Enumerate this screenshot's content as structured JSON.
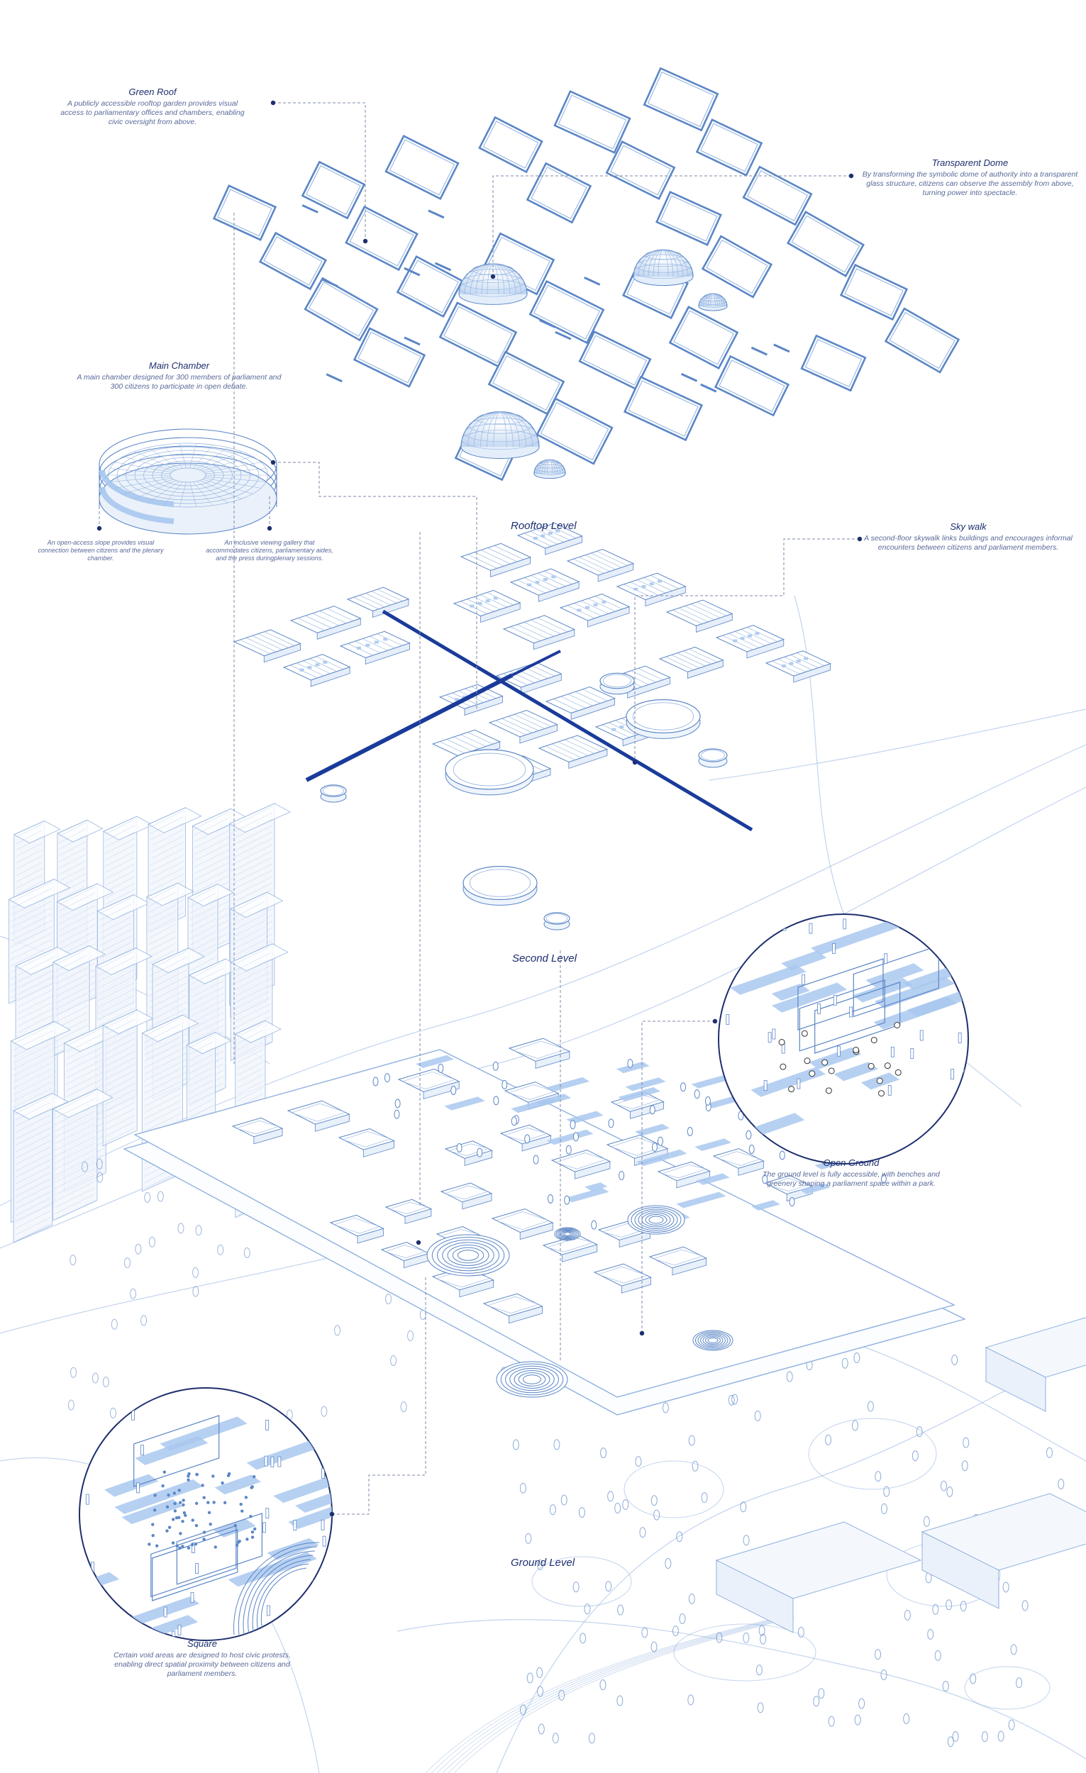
{
  "colors": {
    "line": "#8fb0de",
    "line_dark": "#5b86c6",
    "fill": "#a9c8ee",
    "fill_light": "#d9e7f8",
    "accent": "#1a3b9a",
    "leader": "#7d8aa8",
    "dot": "#1d2f6e"
  },
  "annotations": {
    "green_roof": {
      "title": "Green Roof",
      "text": "A publicly accessible rooftop garden provides visual access to parliamentary offices and chambers, enabling civic oversight from above."
    },
    "transparent_dome": {
      "title": "Transparent Dome",
      "text": "By transforming the symbolic dome of authority into a transparent glass structure, citizens can observe the assembly from above, turning power into spectacle."
    },
    "main_chamber": {
      "title": "Main Chamber",
      "text": "A main chamber designed for 300 members of parliament and 300 citizens to participate in open debate."
    },
    "open_access_slope": {
      "text": "An open-access slope provides visual connection between citizens and the plenary chamber."
    },
    "viewing_gallery": {
      "text": "An inclusive viewing gallery that accommodates citizens, parliamentary aides, and the press duringplenary sessions."
    },
    "sky_walk": {
      "title": "Sky walk",
      "text": "A second-floor skywalk links buildings and encourages informal encounters between citizens and parliament members."
    },
    "open_ground": {
      "title": "Open Ground",
      "text": "The ground level is fully accessible, with benches and greenery shaping a parliament space within a park."
    },
    "square": {
      "title": "Square",
      "text": "Certain void areas are designed to host civic protests, enabling direct spatial proximity between citizens and parliament members."
    }
  },
  "levels": {
    "rooftop": "Rooftop Level",
    "second": "Second Level",
    "ground": "Ground Level"
  },
  "icons": {
    "dome": "glass-dome-icon",
    "tree": "tree-icon",
    "person": "person-icon"
  }
}
